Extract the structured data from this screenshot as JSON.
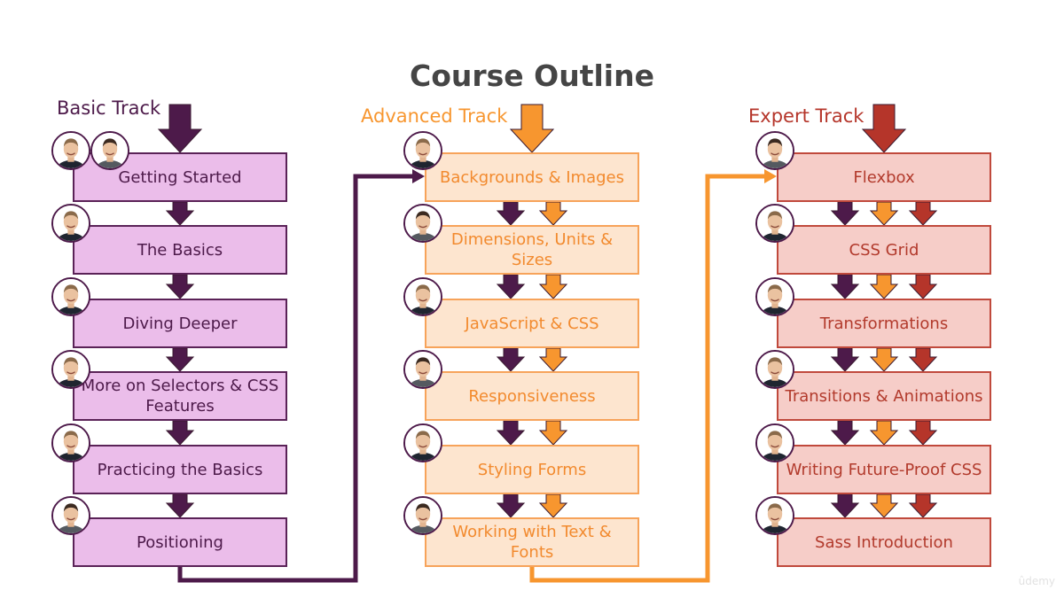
{
  "title": "Course Outline",
  "watermark": "ûdemy",
  "colors": {
    "basic_accent": "#4d1a4a",
    "basic_fill": "#ebbdea",
    "advanced_accent": "#f7962f",
    "advanced_fill": "#fde5cf",
    "expert_accent": "#b5352a",
    "expert_fill": "#f6cdc8",
    "title": "#454545"
  },
  "tracks": [
    {
      "id": "basic",
      "label": "Basic Track",
      "modules": [
        {
          "label": "Getting Started",
          "instructors": [
            "instructor-a",
            "instructor-b"
          ]
        },
        {
          "label": "The Basics",
          "instructors": [
            "instructor-a"
          ]
        },
        {
          "label": "Diving Deeper",
          "instructors": [
            "instructor-a"
          ]
        },
        {
          "label": "More on Selectors & CSS Features",
          "instructors": [
            "instructor-a"
          ]
        },
        {
          "label": "Practicing the Basics",
          "instructors": [
            "instructor-a"
          ]
        },
        {
          "label": "Positioning",
          "instructors": [
            "instructor-b"
          ]
        }
      ]
    },
    {
      "id": "advanced",
      "label": "Advanced Track",
      "modules": [
        {
          "label": "Backgrounds & Images",
          "instructors": [
            "instructor-a"
          ]
        },
        {
          "label": "Dimensions, Units & Sizes",
          "instructors": [
            "instructor-b"
          ]
        },
        {
          "label": "JavaScript & CSS",
          "instructors": [
            "instructor-a"
          ]
        },
        {
          "label": "Responsiveness",
          "instructors": [
            "instructor-b"
          ]
        },
        {
          "label": "Styling Forms",
          "instructors": [
            "instructor-a"
          ]
        },
        {
          "label": "Working with Text & Fonts",
          "instructors": [
            "instructor-b"
          ]
        }
      ]
    },
    {
      "id": "expert",
      "label": "Expert Track",
      "modules": [
        {
          "label": "Flexbox",
          "instructors": [
            "instructor-b"
          ]
        },
        {
          "label": "CSS Grid",
          "instructors": [
            "instructor-a"
          ]
        },
        {
          "label": "Transformations",
          "instructors": [
            "instructor-a"
          ]
        },
        {
          "label": "Transitions & Animations",
          "instructors": [
            "instructor-a"
          ]
        },
        {
          "label": "Writing Future-Proof CSS",
          "instructors": [
            "instructor-a"
          ]
        },
        {
          "label": "Sass Introduction",
          "instructors": [
            "instructor-a"
          ]
        }
      ]
    }
  ]
}
